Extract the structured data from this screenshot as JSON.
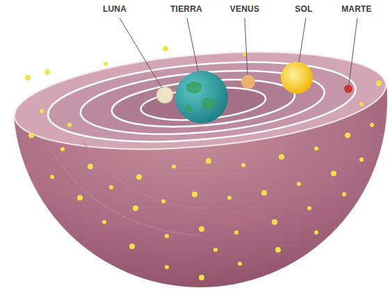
{
  "diagram": {
    "labels": [
      "LUNA",
      "TIERRA",
      "VENUS",
      "SOL",
      "MARTE"
    ]
  }
}
